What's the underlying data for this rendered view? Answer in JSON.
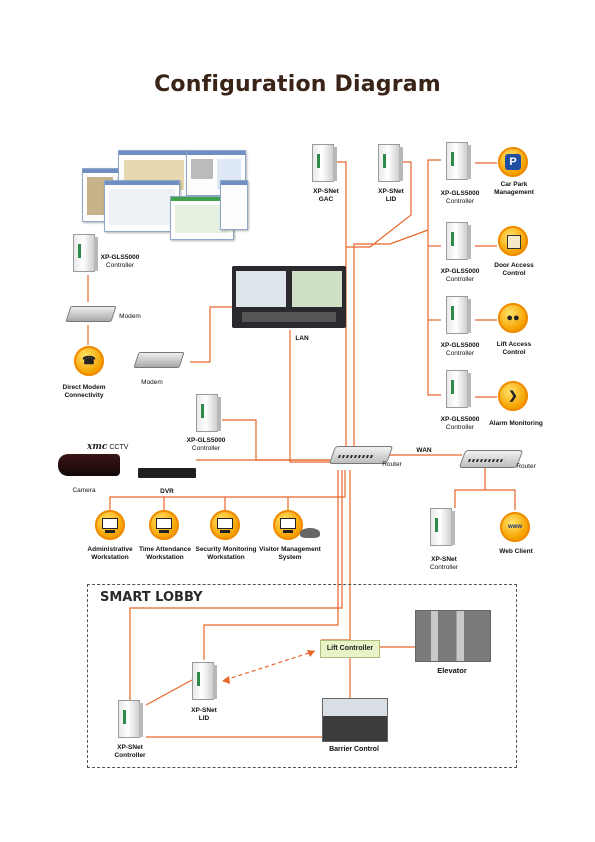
{
  "title": "Configuration Diagram",
  "nodes": {
    "gac": {
      "line1": "XP-SNet",
      "line2": "GAC"
    },
    "lid_top": {
      "line1": "XP-SNet",
      "line2": "LID"
    },
    "ctrl_1": {
      "line1": "XP-GLS5000",
      "line2": "Controller"
    },
    "ctrl_2": {
      "line1": "XP-GLS5000",
      "line2": "Controller"
    },
    "ctrl_3": {
      "line1": "XP-GLS5000",
      "line2": "Controller"
    },
    "ctrl_4": {
      "line1": "XP-GLS5000",
      "line2": "Controller"
    },
    "ctrl_left": {
      "line1": "XP-GLS5000",
      "line2": "Controller"
    },
    "ctrl_mid": {
      "line1": "XP-GLS5000",
      "line2": "Controller"
    },
    "ctrl_wan": {
      "line1": "XP-SNet",
      "line2": "Controller"
    },
    "car_park": {
      "line1": "Car Park",
      "line2": "Management"
    },
    "door_access": {
      "line1": "Door Access",
      "line2": "Control"
    },
    "lift_access": {
      "line1": "Lift Access",
      "line2": "Control"
    },
    "alarm": {
      "line1": "Alarm Monitoring"
    },
    "modem_1": "Modem",
    "modem_2": "Modem",
    "direct_modem": {
      "line1": "Direct Modem",
      "line2": "Connectivity"
    },
    "lan": "LAN",
    "wan": "WAN",
    "router_1": "Router",
    "router_2": "Router",
    "cctv_brand": "xmc",
    "cctv": "CCTV",
    "camera": "Camera",
    "dvr": "DVR",
    "web_client": "Web Client",
    "ws_admin": {
      "line1": "Administrative",
      "line2": "Workstation"
    },
    "ws_time": {
      "line1": "Time Attendance",
      "line2": "Workstation"
    },
    "ws_security": {
      "line1": "Security Monitoring",
      "line2": "Workstation"
    },
    "ws_visitor": {
      "line1": "Visitor Management",
      "line2": "System"
    }
  },
  "lobby": {
    "title": "SMART LOBBY",
    "lift_controller": "Lift Controller",
    "elevator": "Elevator",
    "barrier": "Barrier Control",
    "lid": {
      "line1": "XP-SNet",
      "line2": "LID"
    },
    "controller": {
      "line1": "XP-SNet",
      "line2": "Controller"
    }
  },
  "icons": {
    "car_park": "P",
    "web": "www"
  },
  "colors": {
    "link": "#e8662a",
    "title": "#3a2418",
    "orb": "#f5a300",
    "dashed": "#e8662a"
  }
}
